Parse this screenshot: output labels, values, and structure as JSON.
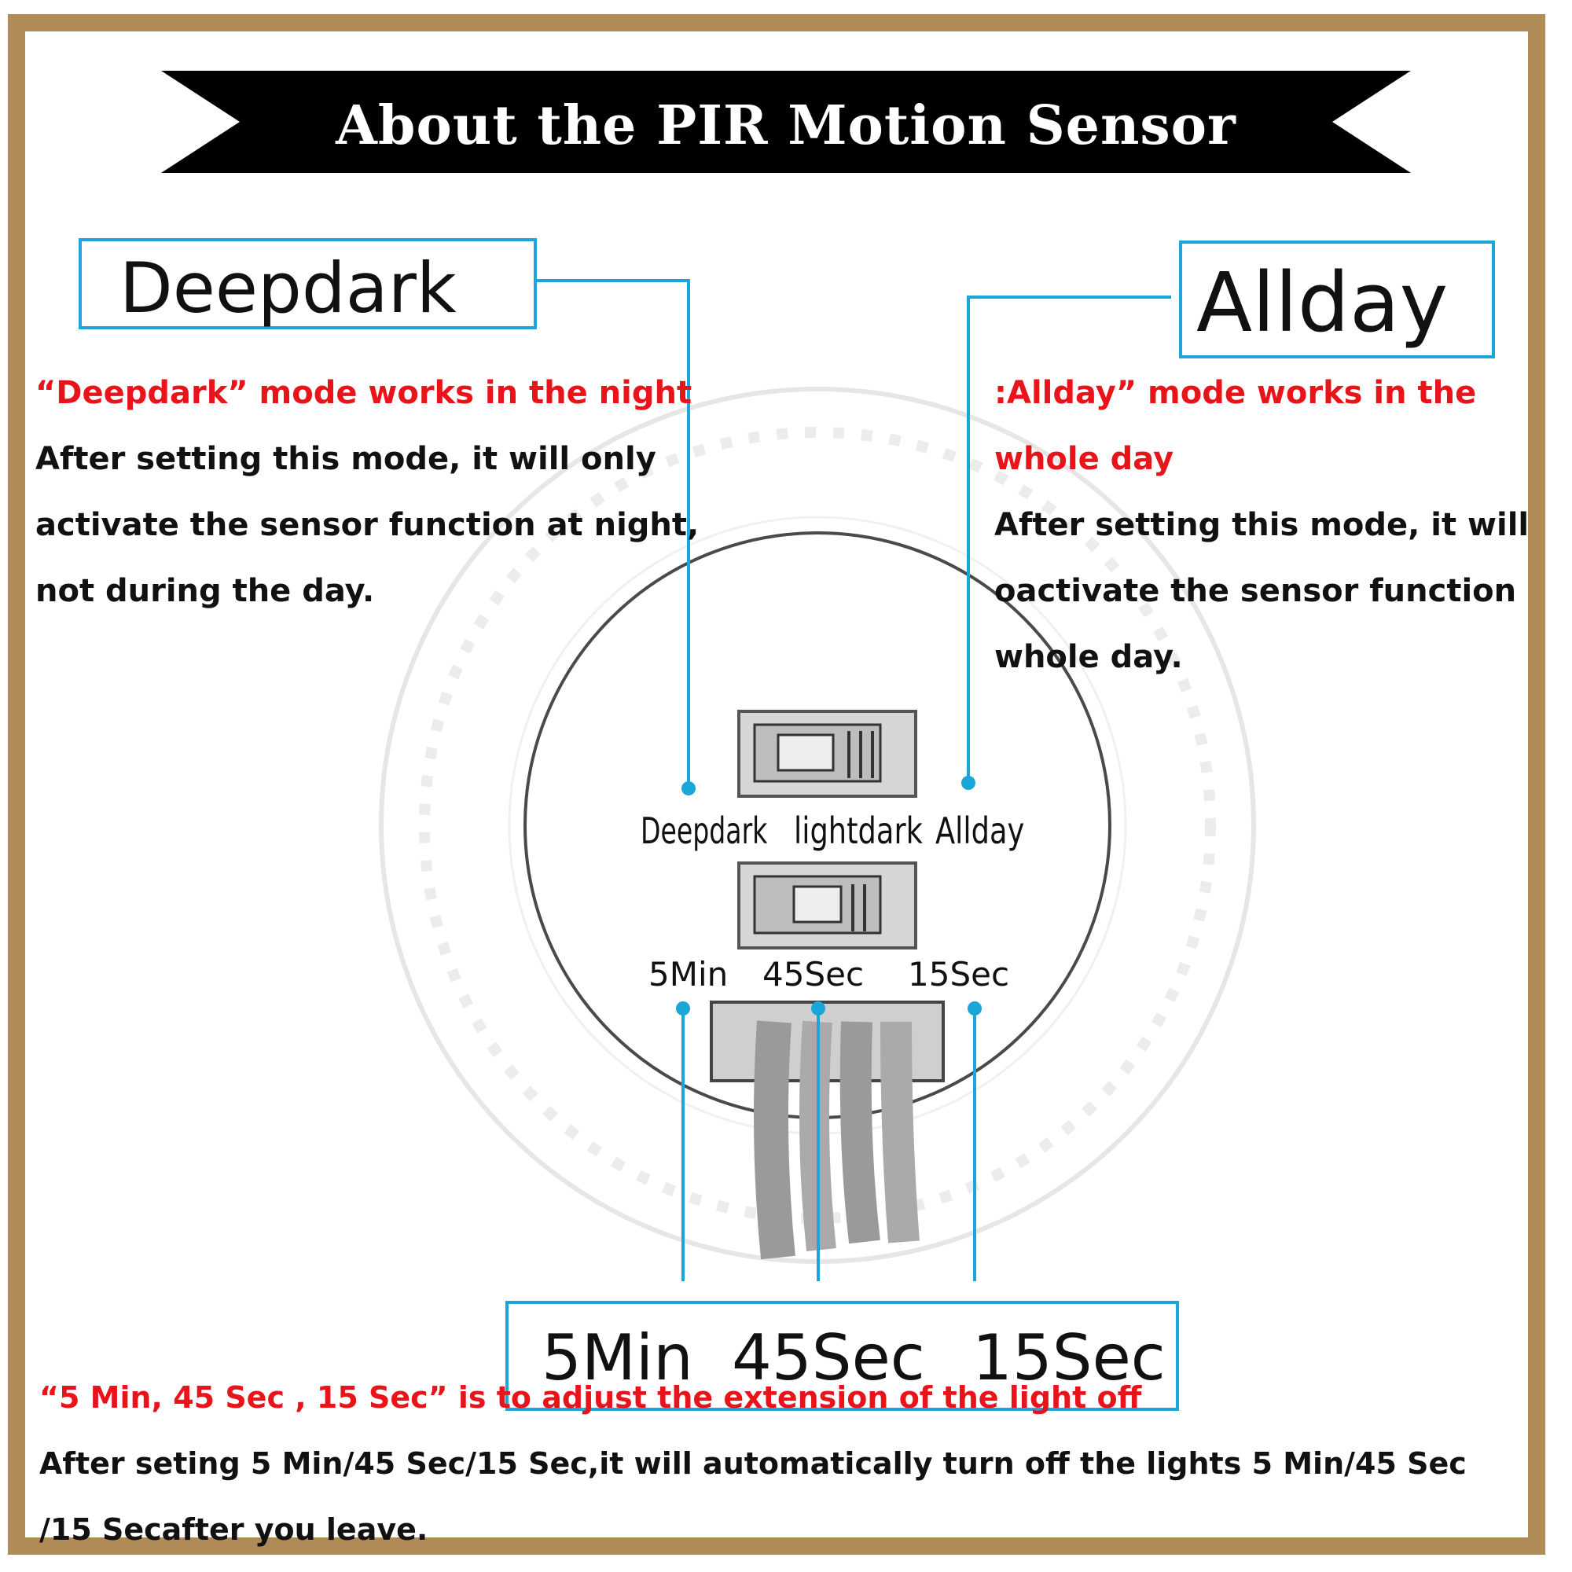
{
  "header": {
    "title": "About the PIR Motion Sensor"
  },
  "callouts": {
    "deepdark": "Deepdark",
    "allday": "Allday",
    "time_labels": [
      "5Min",
      "45Sec",
      "15Sec"
    ]
  },
  "device": {
    "mode_labels": [
      "Deepdark",
      "lightdark",
      "Allday"
    ],
    "time_labels": [
      "5Min",
      "45Sec",
      "15Sec"
    ]
  },
  "descriptions": {
    "deepdark": {
      "heading": "“Deepdark” mode works in the night",
      "lines": [
        "After setting this mode, it will only",
        "activate the sensor function at night,",
        "not during the day."
      ]
    },
    "allday": {
      "heading_lines": [
        ":Allday” mode works in the",
        "whole day"
      ],
      "lines": [
        "After setting this mode, it will",
        "oactivate the sensor function",
        "whole day."
      ]
    },
    "timer": {
      "heading": "“5 Min, 45 Sec , 15 Sec” is to adjust the extension of the light off",
      "lines": [
        "After seting 5 Min/45 Sec/15 Sec,it will automatically turn off the lights 5 Min/45 Sec",
        "/15 Secafter you leave."
      ]
    }
  },
  "colors": {
    "frame": "#b08a57",
    "accent": "#1ba6d8",
    "highlight": "#e8141a",
    "banner": "#000000"
  }
}
